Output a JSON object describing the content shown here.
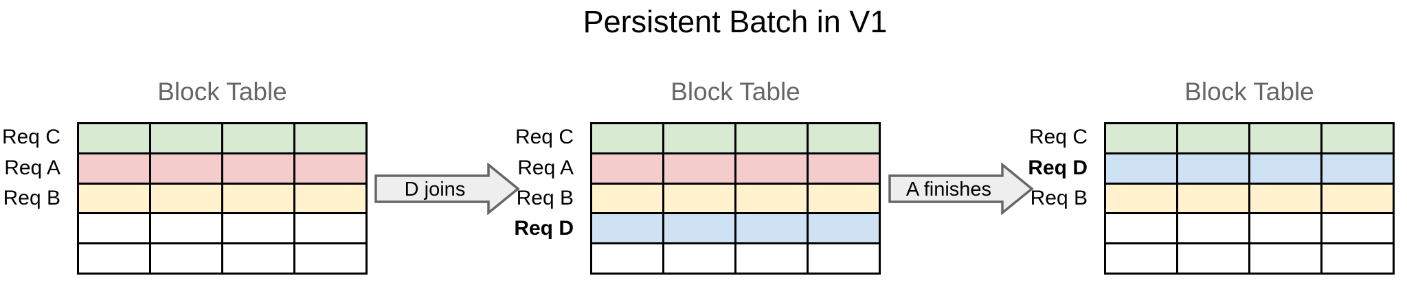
{
  "title": "Persistent Batch in V1",
  "colors": {
    "green": "#d9ead3",
    "red": "#f4cccc",
    "yellow": "#fff2cc",
    "blue": "#cfe2f3",
    "white": "#ffffff",
    "arrow_fill": "#eeeeee",
    "arrow_border": "#666666",
    "table_title": "#666666",
    "grid_border": "#000000"
  },
  "diagram": {
    "tables": [
      {
        "title": "Block Table",
        "columns": 4,
        "rows": [
          {
            "label": "Req C",
            "bold": false,
            "color": "green"
          },
          {
            "label": "Req A",
            "bold": false,
            "color": "red"
          },
          {
            "label": "Req B",
            "bold": false,
            "color": "yellow"
          },
          {
            "label": "",
            "bold": false,
            "color": "white"
          },
          {
            "label": "",
            "bold": false,
            "color": "white"
          }
        ]
      },
      {
        "title": "Block Table",
        "columns": 4,
        "rows": [
          {
            "label": "Req C",
            "bold": false,
            "color": "green"
          },
          {
            "label": "Req A",
            "bold": false,
            "color": "red"
          },
          {
            "label": "Req B",
            "bold": false,
            "color": "yellow"
          },
          {
            "label": "Req D",
            "bold": true,
            "color": "blue"
          },
          {
            "label": "",
            "bold": false,
            "color": "white"
          }
        ]
      },
      {
        "title": "Block Table",
        "columns": 4,
        "rows": [
          {
            "label": "Req C",
            "bold": false,
            "color": "green"
          },
          {
            "label": "Req D",
            "bold": true,
            "color": "blue"
          },
          {
            "label": "Req B",
            "bold": false,
            "color": "yellow"
          },
          {
            "label": "",
            "bold": false,
            "color": "white"
          },
          {
            "label": "",
            "bold": false,
            "color": "white"
          }
        ]
      }
    ],
    "arrows": [
      {
        "label": "D joins"
      },
      {
        "label": "A finishes"
      }
    ]
  }
}
